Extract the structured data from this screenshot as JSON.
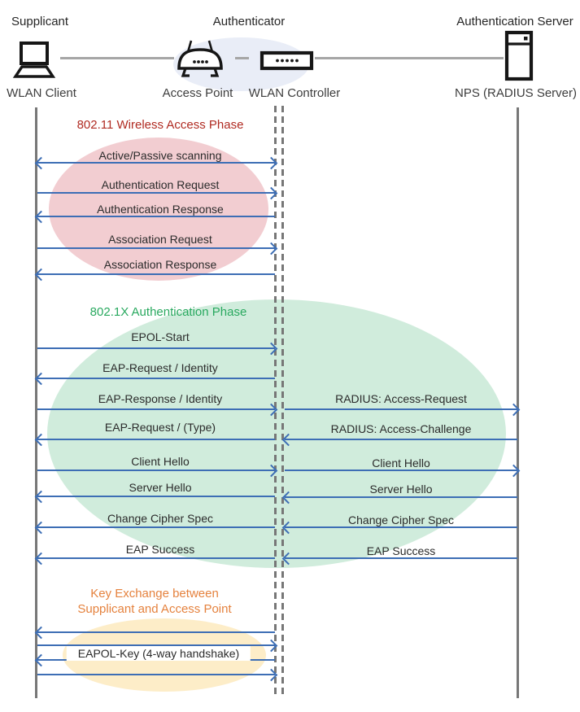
{
  "colors": {
    "arrow_blue": "#3d6eb5",
    "lifeline_gray": "#777777",
    "connector_gray": "#a6a6a6",
    "phase1_title": "#b02b22",
    "phase2_title": "#29a95f",
    "phase3_title": "#e5823e",
    "phase1_ellipse": "#f2cdd1",
    "phase2_ellipse": "#d0ecdc",
    "phase3_ellipse": "#fdedc8",
    "authenticator_ellipse": "#e9edf7"
  },
  "actors": {
    "roles": [
      "Supplicant",
      "Authenticator",
      "Authentication Server"
    ],
    "nodes": [
      {
        "label": "WLAN Client",
        "icon": "laptop-icon"
      },
      {
        "label": "Access Point",
        "icon": "access-point-icon"
      },
      {
        "label": "WLAN Controller",
        "icon": "wlan-controller-icon"
      },
      {
        "label": "NPS (RADIUS Server)",
        "icon": "server-icon"
      }
    ]
  },
  "phases": {
    "phase1": {
      "title": "802.11 Wireless Access Phase"
    },
    "phase2": {
      "title": "802.1X Authentication Phase"
    },
    "phase3": {
      "title_line1": "Key Exchange between",
      "title_line2": "Supplicant and Access Point"
    }
  },
  "messages": [
    {
      "label": "Active/Passive scanning",
      "segment": "client-controller",
      "direction": "both"
    },
    {
      "label": "Authentication Request",
      "segment": "client-controller",
      "direction": "right"
    },
    {
      "label": "Authentication Response",
      "segment": "client-controller",
      "direction": "left"
    },
    {
      "label": "Association Request",
      "segment": "client-controller",
      "direction": "right"
    },
    {
      "label": "Association Response",
      "segment": "client-controller",
      "direction": "left"
    },
    {
      "label": "EPOL-Start",
      "segment": "client-controller",
      "direction": "right"
    },
    {
      "label": "EAP-Request / Identity",
      "segment": "client-controller",
      "direction": "left"
    },
    {
      "label": "EAP-Response / Identity",
      "segment": "client-controller",
      "direction": "right"
    },
    {
      "label": "RADIUS: Access-Request",
      "segment": "controller-server",
      "direction": "right"
    },
    {
      "label": "EAP-Request / (Type)",
      "segment": "client-controller",
      "direction": "left"
    },
    {
      "label": "RADIUS: Access-Challenge",
      "segment": "controller-server",
      "direction": "left"
    },
    {
      "label": "Client Hello",
      "segment": "client-controller",
      "direction": "right"
    },
    {
      "label": "Client Hello",
      "segment": "controller-server",
      "direction": "right"
    },
    {
      "label": "Server Hello",
      "segment": "client-controller",
      "direction": "left"
    },
    {
      "label": "Server Hello",
      "segment": "controller-server",
      "direction": "left"
    },
    {
      "label": "Change Cipher Spec",
      "segment": "client-controller",
      "direction": "left"
    },
    {
      "label": "Change Cipher Spec",
      "segment": "controller-server",
      "direction": "left"
    },
    {
      "label": "EAP Success",
      "segment": "client-controller",
      "direction": "left"
    },
    {
      "label": "EAP Success",
      "segment": "controller-server",
      "direction": "left"
    }
  ],
  "key_exchange": {
    "label": "EAPOL-Key (4-way handshake)",
    "arrows": [
      "left",
      "right",
      "left",
      "right"
    ]
  }
}
